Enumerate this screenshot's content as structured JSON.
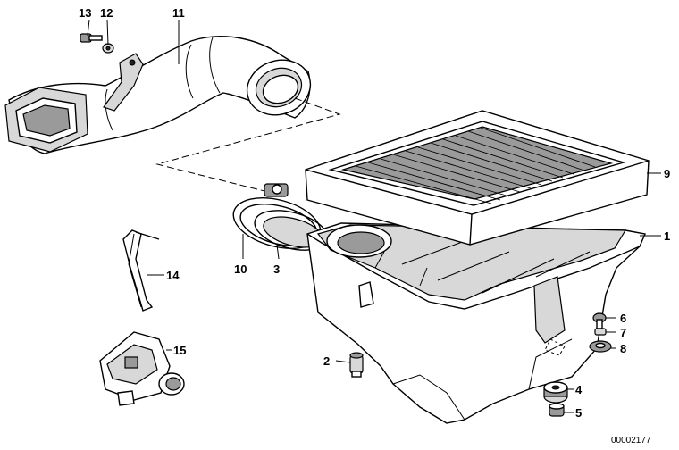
{
  "diagram": {
    "callouts": {
      "p1": "1",
      "p2": "2",
      "p3": "3",
      "p4": "4",
      "p5": "5",
      "p6": "6",
      "p7": "7",
      "p8": "8",
      "p9": "9",
      "p10": "10",
      "p11": "11",
      "p12": "12",
      "p13": "13",
      "p14": "14",
      "p15": "15"
    },
    "document_number": "00002177"
  },
  "colors": {
    "ink": "#000000",
    "background": "#ffffff",
    "shade": "#d8d8d8",
    "dark_shade": "#9a9a9a"
  }
}
